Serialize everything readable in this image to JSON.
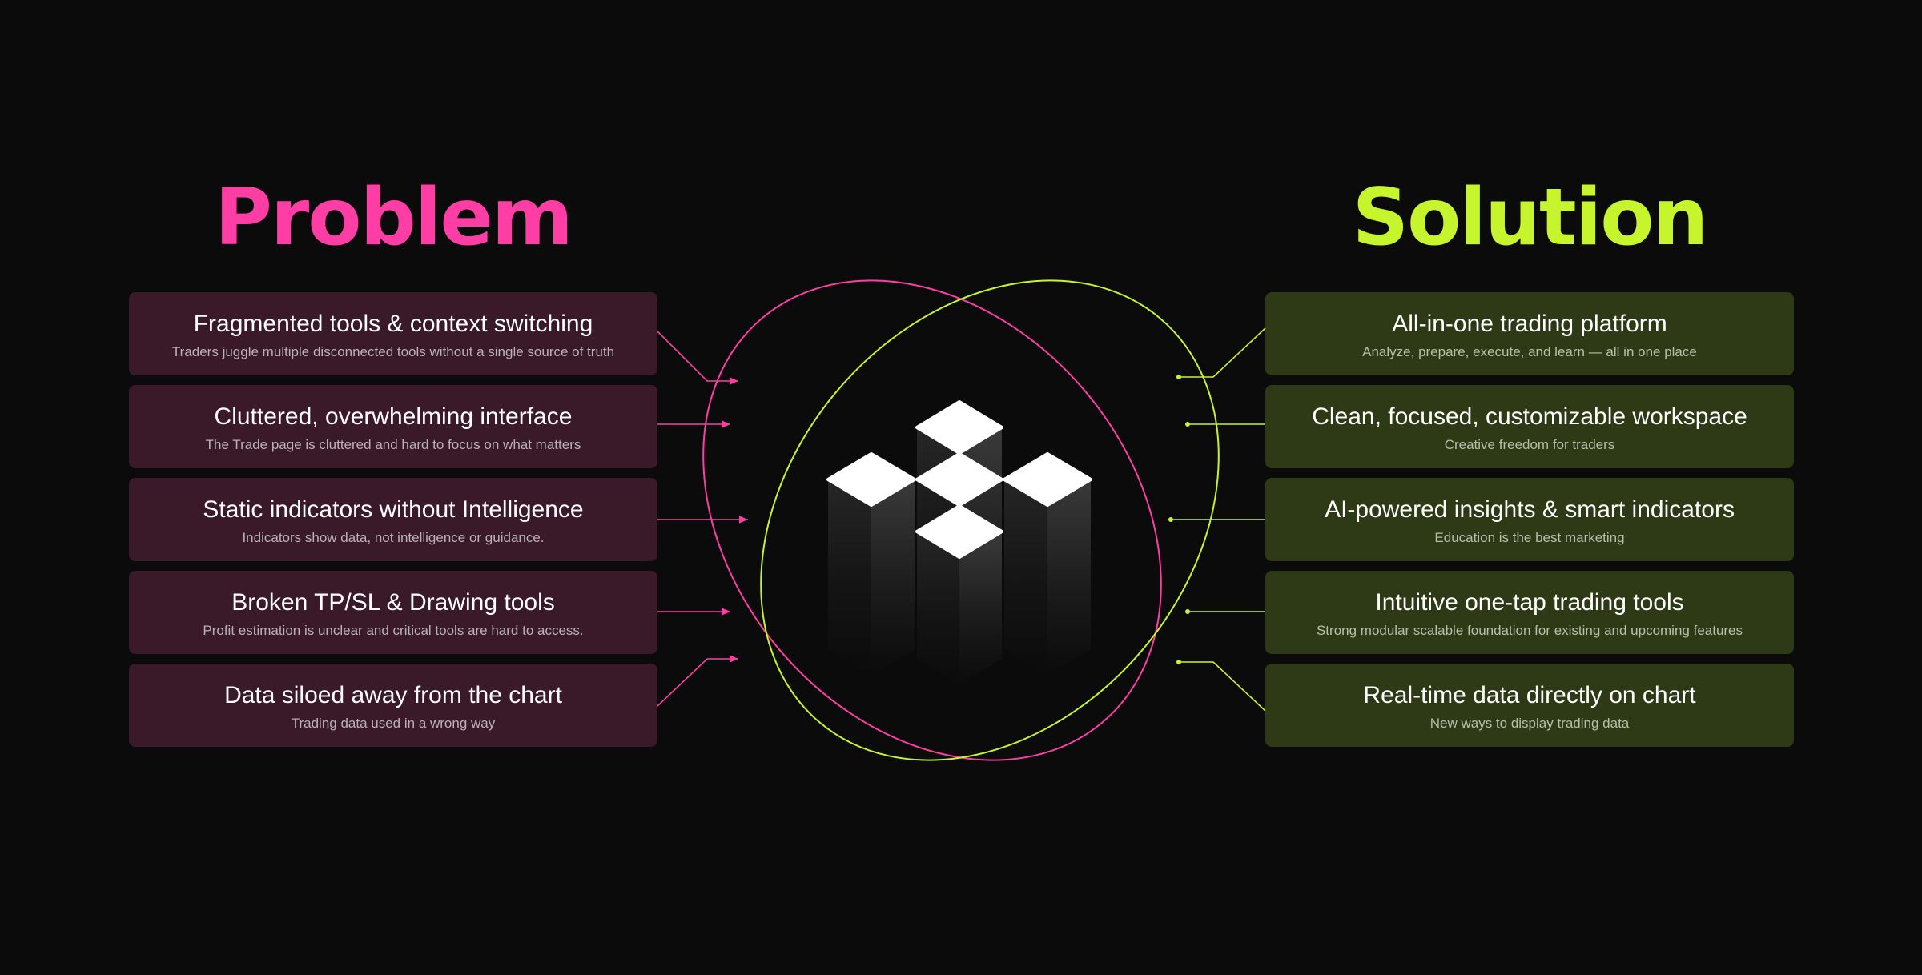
{
  "problem": {
    "heading": "Problem",
    "items": [
      {
        "title": "Fragmented tools & context switching",
        "subtitle": "Traders juggle multiple disconnected tools without a single source of truth"
      },
      {
        "title": "Cluttered, overwhelming interface",
        "subtitle": "The Trade page is cluttered and hard to focus on what matters"
      },
      {
        "title": "Static indicators without Intelligence",
        "subtitle": "Indicators show data, not intelligence or guidance."
      },
      {
        "title": "Broken TP/SL & Drawing tools",
        "subtitle": "Profit estimation is unclear and critical tools are hard to access."
      },
      {
        "title": "Data siloed away from the chart",
        "subtitle": "Trading data used in a wrong way"
      }
    ]
  },
  "solution": {
    "heading": "Solution",
    "items": [
      {
        "title": "All-in-one trading platform",
        "subtitle": "Analyze, prepare, execute, and learn — all in one place"
      },
      {
        "title": "Clean, focused, customizable workspace",
        "subtitle": "Creative freedom for traders"
      },
      {
        "title": "AI-powered insights & smart indicators",
        "subtitle": "Education is the best marketing"
      },
      {
        "title": "Intuitive one-tap trading tools",
        "subtitle": "Strong modular scalable foundation for existing and upcoming features"
      },
      {
        "title": "Real-time data directly on chart",
        "subtitle": "New ways to display trading data"
      }
    ]
  },
  "colors": {
    "background": "#0b0b0b",
    "problem_accent": "#ff3ea5",
    "solution_accent": "#c6f52e",
    "problem_card": "#3a1929",
    "solution_card": "#2d3a15"
  },
  "icons": {
    "center": "isometric-cubes-logo-icon"
  }
}
